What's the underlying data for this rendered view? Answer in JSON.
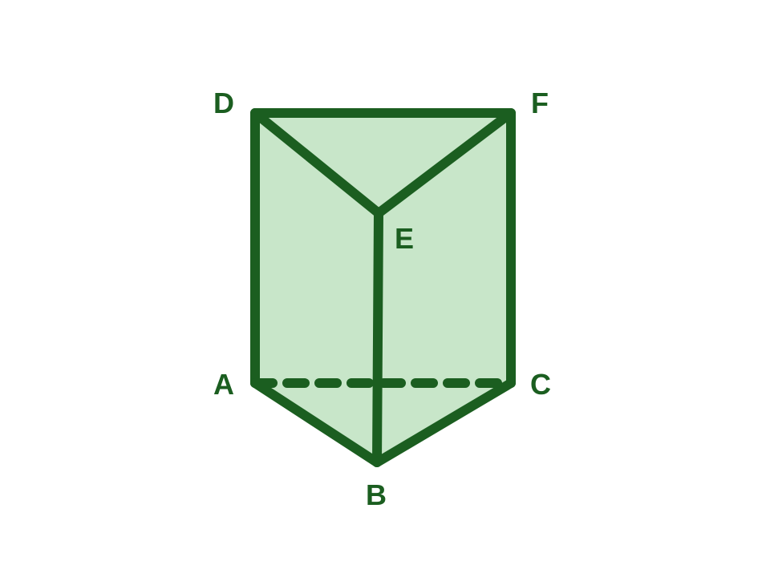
{
  "diagram": {
    "stroke_color": "#1b5e20",
    "fill_color": "#c8e6c9",
    "labels": {
      "A": "A",
      "B": "B",
      "C": "C",
      "D": "D",
      "E": "E",
      "F": "F"
    },
    "hidden_edges": [
      "A-C"
    ]
  }
}
